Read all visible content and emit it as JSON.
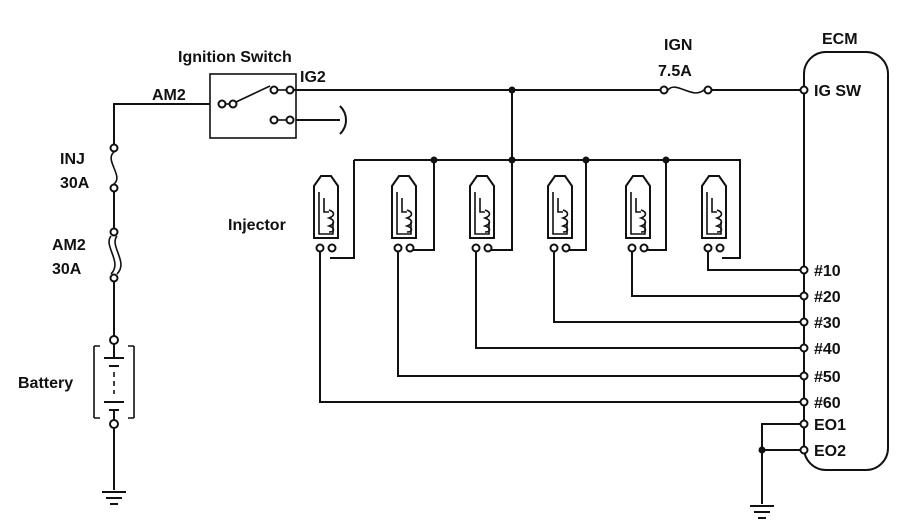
{
  "labels": {
    "ignition_switch": "Ignition Switch",
    "am2_terminal": "AM2",
    "ig2_terminal": "IG2",
    "ign_fuse_name": "IGN",
    "ign_fuse_rating": "7.5A",
    "inj_fuse_name": "INJ",
    "inj_fuse_rating": "30A",
    "am2_fuse_name": "AM2",
    "am2_fuse_rating": "30A",
    "battery": "Battery",
    "injector": "Injector",
    "ecm": "ECM"
  },
  "ecm_terminals": [
    "IG SW",
    "#10",
    "#20",
    "#30",
    "#40",
    "#50",
    "#60",
    "EO1",
    "EO2"
  ]
}
